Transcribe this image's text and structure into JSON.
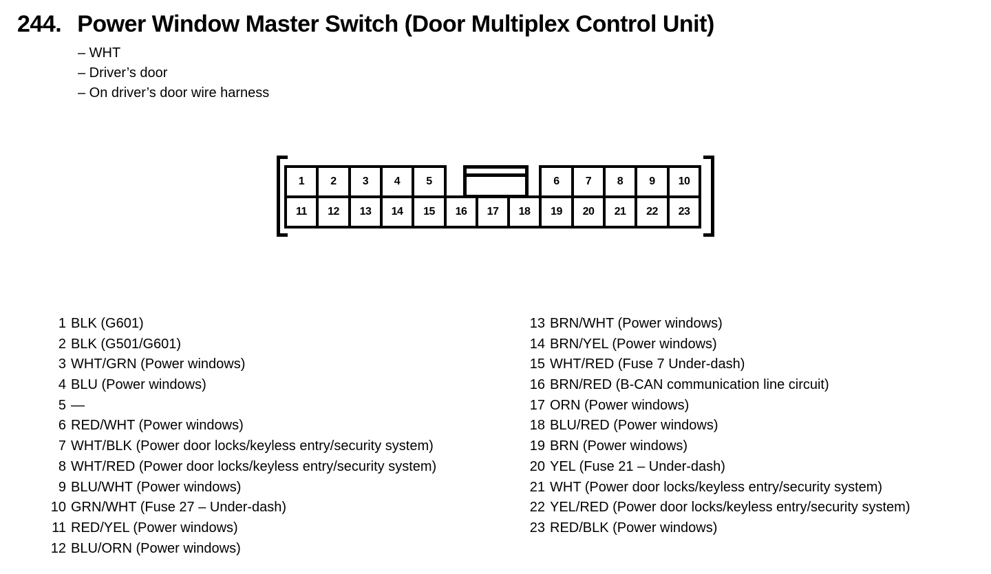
{
  "header": {
    "number": "244.",
    "title": "Power Window Master Switch (Door Multiplex Control Unit)",
    "notes": [
      "– WHT",
      "– Driver’s door",
      "– On driver’s door wire harness"
    ]
  },
  "connector": {
    "top_row_left": [
      "1",
      "2",
      "3",
      "4",
      "5"
    ],
    "top_row_right": [
      "6",
      "7",
      "8",
      "9",
      "10"
    ],
    "bottom_row": [
      "11",
      "12",
      "13",
      "14",
      "15",
      "16",
      "17",
      "18",
      "19",
      "20",
      "21",
      "22",
      "23"
    ]
  },
  "pinout": {
    "left_column": [
      {
        "pin": "1",
        "label": "BLK (G601)"
      },
      {
        "pin": "2",
        "label": "BLK (G501/G601)"
      },
      {
        "pin": "3",
        "label": "WHT/GRN (Power windows)"
      },
      {
        "pin": "4",
        "label": "BLU (Power windows)"
      },
      {
        "pin": "5",
        "label": "—"
      },
      {
        "pin": "6",
        "label": "RED/WHT (Power windows)"
      },
      {
        "pin": "7",
        "label": "WHT/BLK (Power door locks/keyless entry/security system)"
      },
      {
        "pin": "8",
        "label": "WHT/RED (Power door locks/keyless entry/security system)"
      },
      {
        "pin": "9",
        "label": "BLU/WHT (Power windows)"
      },
      {
        "pin": "10",
        "label": "GRN/WHT (Fuse 27 – Under-dash)"
      },
      {
        "pin": "11",
        "label": "RED/YEL (Power windows)"
      },
      {
        "pin": "12",
        "label": "BLU/ORN (Power windows)"
      }
    ],
    "right_column": [
      {
        "pin": "13",
        "label": "BRN/WHT (Power windows)"
      },
      {
        "pin": "14",
        "label": "BRN/YEL (Power windows)"
      },
      {
        "pin": "15",
        "label": "WHT/RED (Fuse 7 Under-dash)"
      },
      {
        "pin": "16",
        "label": "BRN/RED (B-CAN communication line circuit)"
      },
      {
        "pin": "17",
        "label": "ORN (Power windows)"
      },
      {
        "pin": "18",
        "label": "BLU/RED (Power windows)"
      },
      {
        "pin": "19",
        "label": "BRN (Power windows)"
      },
      {
        "pin": "20",
        "label": "YEL (Fuse 21 – Under-dash)"
      },
      {
        "pin": "21",
        "label": "WHT (Power door locks/keyless entry/security system)"
      },
      {
        "pin": "22",
        "label": "YEL/RED (Power door locks/keyless entry/security system)"
      },
      {
        "pin": "23",
        "label": "RED/BLK (Power windows)"
      }
    ]
  },
  "colors": {
    "ink": "#000000",
    "paper": "#ffffff"
  }
}
